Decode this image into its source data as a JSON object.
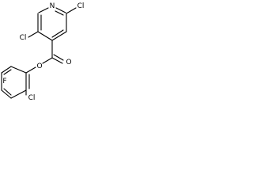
{
  "molecule": {
    "atoms": {
      "n": "N",
      "cl_top": "Cl",
      "cl_left": "Cl",
      "o_carbonyl": "O",
      "o_ester": "O",
      "f": "F",
      "cl_bottom": "Cl"
    }
  }
}
